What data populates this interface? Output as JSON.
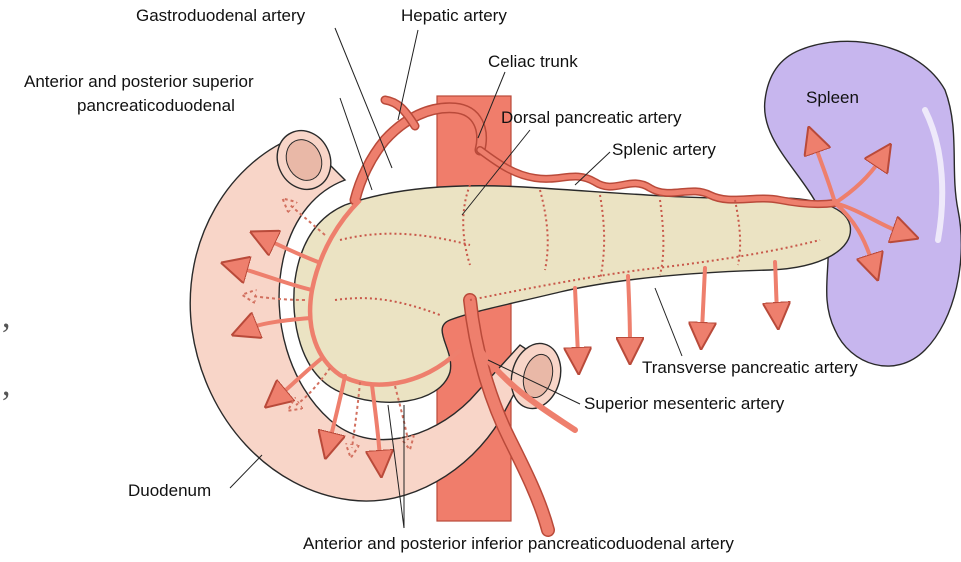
{
  "labels": {
    "gastroduodenal": "Gastroduodenal artery",
    "hepatic": "Hepatic artery",
    "celiac": "Celiac trunk",
    "ant_post_superior_1": "Anterior and posterior superior",
    "ant_post_superior_2": "pancreaticoduodenal",
    "dorsal": "Dorsal pancreatic artery",
    "splenic": "Splenic artery",
    "spleen": "Spleen",
    "transverse": "Transverse pancreatic artery",
    "superior_mesenteric": "Superior mesenteric artery",
    "duodenum": "Duodenum",
    "ant_post_inferior": "Anterior and posterior inferior pancreaticoduodenal artery"
  },
  "edge_marks": [
    ",",
    ","
  ],
  "colors": {
    "artery": "#ee7f6d",
    "artery_stroke": "#b94a3a",
    "pancreas": "#ebe3c3",
    "pancreas_stroke": "#2a2a2a",
    "duodenum": "#f8d5c8",
    "spleen": "#c7b6ee",
    "aorta": "#f07d6b",
    "leader": "#222222"
  }
}
